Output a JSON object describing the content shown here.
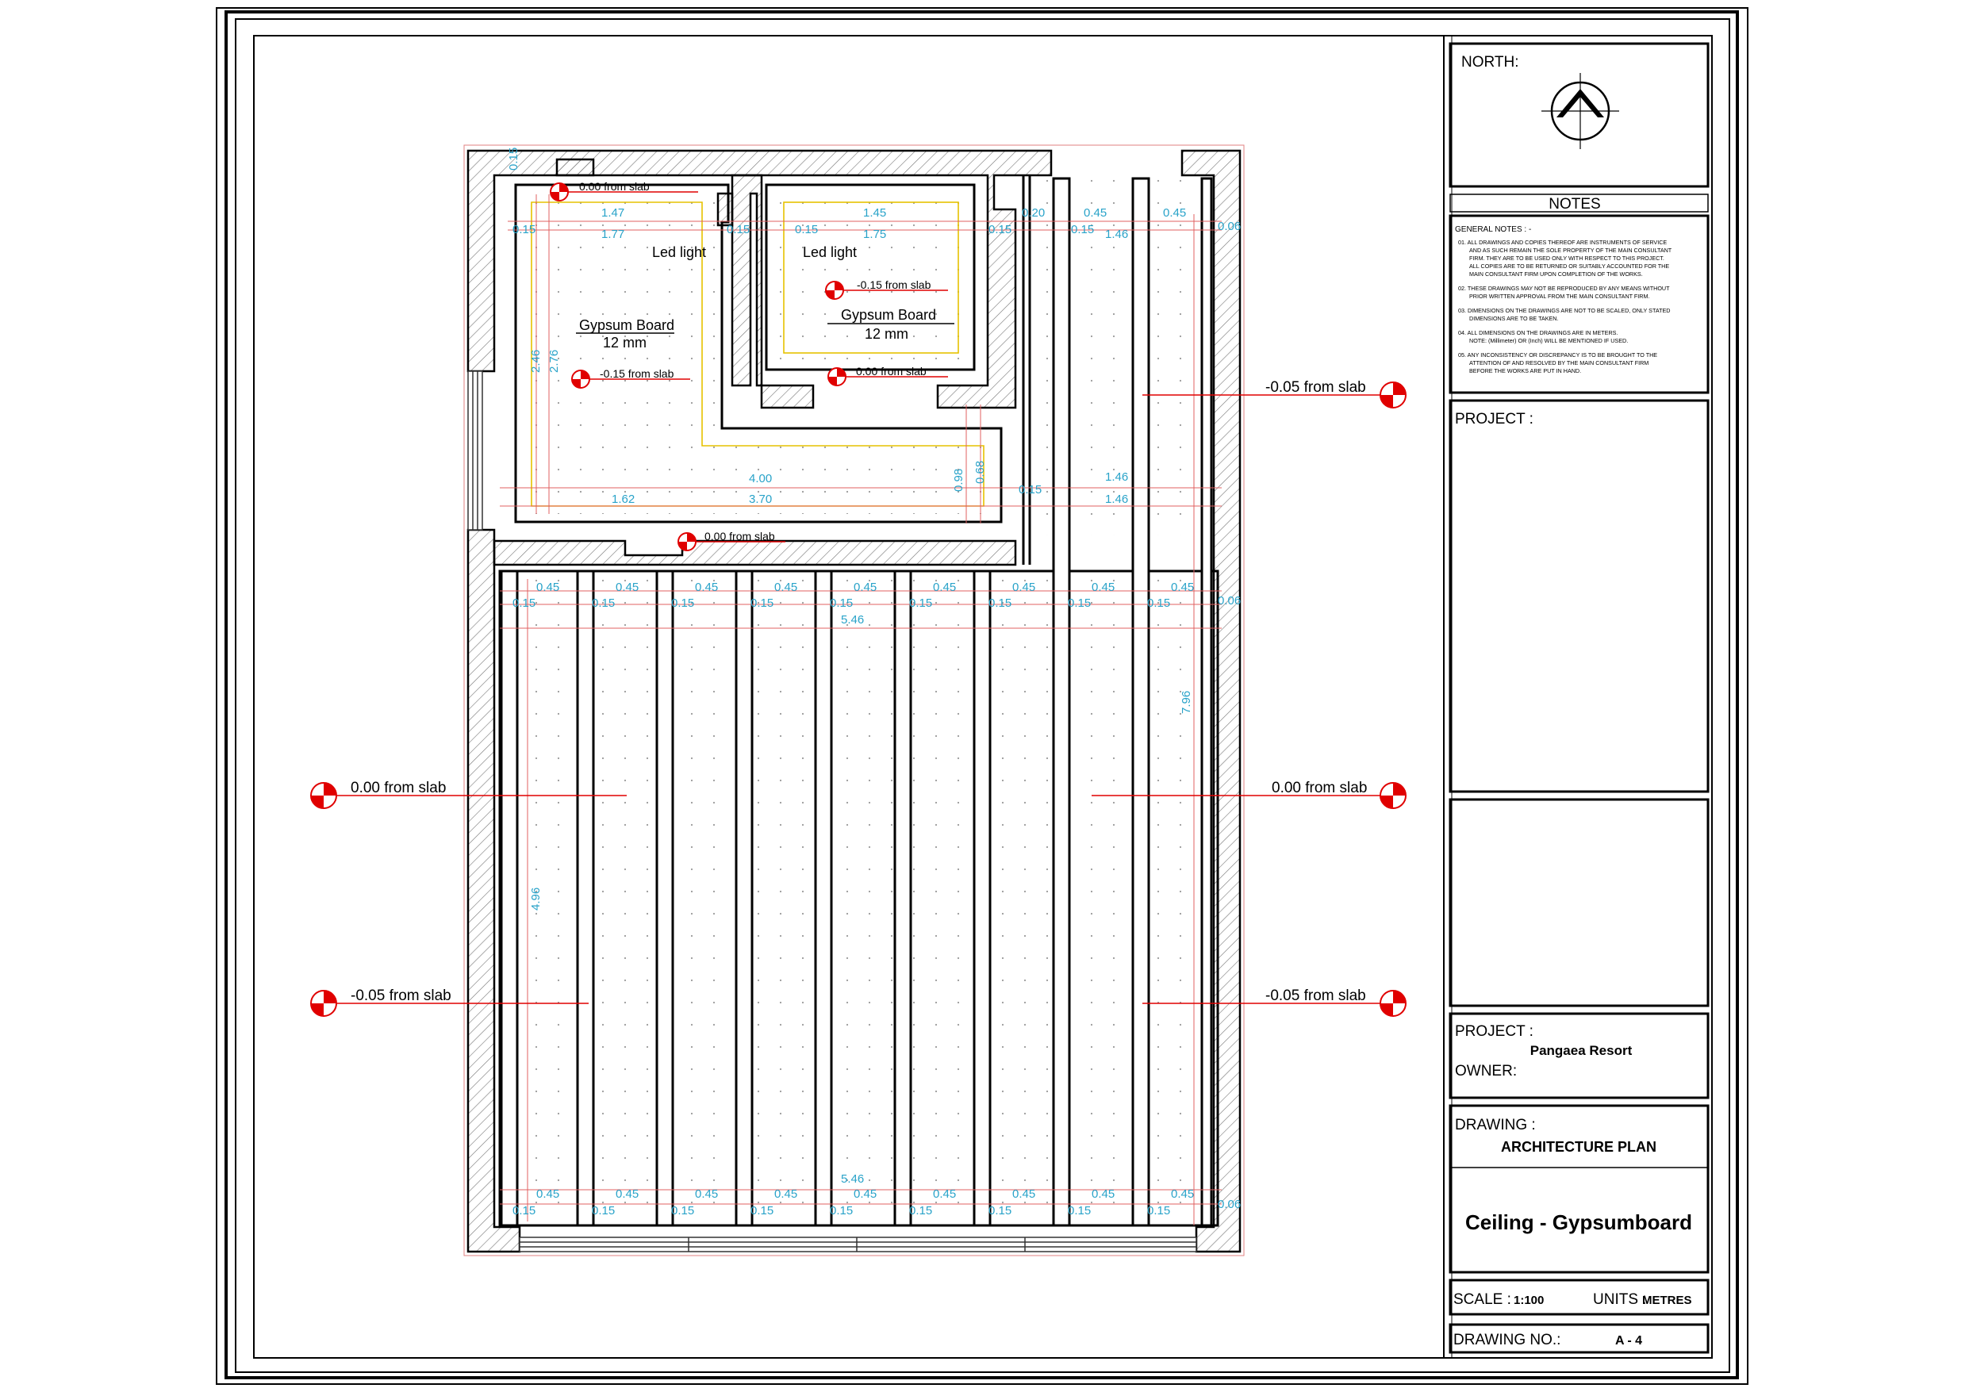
{
  "title_block": {
    "north_label": "NORTH:",
    "notes_header": "NOTES",
    "general_notes_title": "GENERAL NOTES : -",
    "notes": [
      "01. ALL DRAWINGS AND COPIES THEREOF ARE INSTRUMENTS OF SERVICE",
      "AND AS SUCH REMAIN THE SOLE PROPERTY OF THE MAIN CONSULTANT",
      "FIRM. THEY ARE TO BE USED ONLY WITH RESPECT TO THIS PROJECT.",
      "ALL COPIES ARE TO BE RETURNED OR SUITABLY ACCOUNTED FOR THE",
      "MAIN CONSULTANT FIRM UPON COMPLETION OF THE WORKS.",
      "02. THESE DRAWINGS MAY NOT BE REPRODUCED BY ANY MEANS WITHOUT",
      "PRIOR WRITTEN APPROVAL FROM THE MAIN CONSULTANT FIRM.",
      "03. DIMENSIONS ON THE DRAWINGS ARE NOT TO BE SCALED, ONLY STATED",
      "DIMENSIONS ARE TO BE TAKEN.",
      "04. ALL DIMENSIONS ON THE DRAWINGS ARE IN METERS.",
      "NOTE: (Millimeter) OR (Inch) WILL BE MENTIONED IF USED.",
      "05. ANY INCONSISTENCY OR DISCREPANCY IS TO BE BROUGHT TO THE",
      "ATTENTION OF AND RESOLVED BY THE MAIN CONSULTANT FIRM",
      "BEFORE THE WORKS ARE PUT IN HAND."
    ],
    "project_label": "PROJECT :",
    "project_label_2": "PROJECT :",
    "project_name": "Pangaea Resort",
    "owner_label": "OWNER:",
    "drawing_label": "DRAWING :",
    "drawing_type": "ARCHITECTURE PLAN",
    "drawing_title": "Ceiling - Gypsumboard",
    "scale_label": "SCALE :",
    "scale_value": "1:100",
    "units_label": "UNITS :",
    "units_value": "METRES",
    "drawing_no_label": "DRAWING NO.:",
    "drawing_no_value": "A - 4"
  },
  "plan": {
    "labels": {
      "led_light_1": "Led light",
      "led_light_2": "Led light",
      "gypsum_1": "Gypsum Board",
      "gypsum_1_thk": "12 mm",
      "gypsum_2": "Gypsum Board",
      "gypsum_2_thk": "12 mm"
    },
    "levels": {
      "lv_top_left": "0.00 from slab",
      "lv_room_a": "-0.15 from slab",
      "lv_room_b": "-0.15 from slab",
      "lv_room_b_bottom": "0.00 from slab",
      "lv_corridor": "0.00 from slab",
      "lv_right_top": "-0.05 from slab",
      "lv_left_mid": "0.00 from slab",
      "lv_right_mid": "0.00 from slab",
      "lv_left_low": "-0.05 from slab",
      "lv_right_low": "-0.05 from slab"
    },
    "dims": {
      "d_015_v": "0.15",
      "d_147": "1.47",
      "d_177": "1.77",
      "d_145": "1.45",
      "d_175": "1.75",
      "d_020": "0.20",
      "d_045_a": "0.45",
      "d_045_b": "0.45",
      "d_146_a": "1.46",
      "d_006_a": "0.06",
      "d_246": "2.46",
      "d_276": "2.76",
      "d_400": "4.00",
      "d_162": "1.62",
      "d_370": "3.70",
      "d_098": "0.98",
      "d_068": "0.68",
      "d_015_b": "0.15",
      "d_146_b": "1.46",
      "d_146_c": "1.46",
      "d_546_top": "5.46",
      "d_546_bot": "5.46",
      "d_006_b": "0.06",
      "d_006_c": "0.06",
      "d_796": "7.96",
      "d_496": "4.96",
      "d_045": "0.45",
      "d_015": "0.15"
    }
  }
}
